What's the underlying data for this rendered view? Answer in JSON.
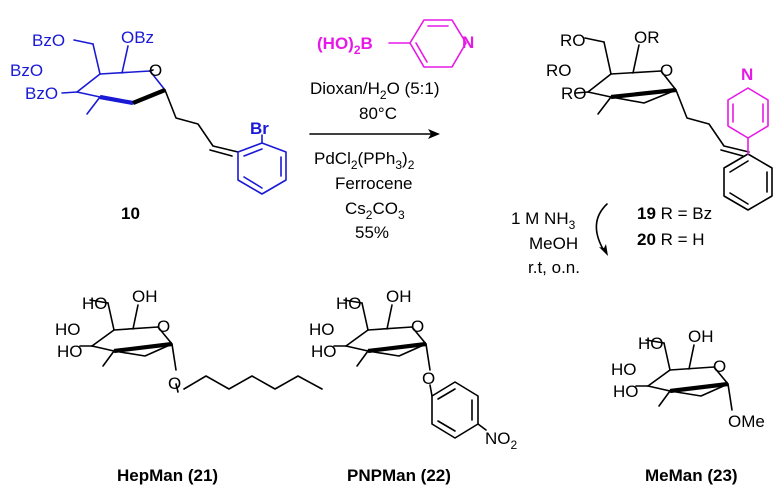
{
  "colors": {
    "blue": "#1a1ad6",
    "pink": "#e619e6",
    "black": "#000000"
  },
  "compound10": {
    "label": "10",
    "substituents": {
      "obz_top_left": "BzO",
      "obz_top_right": "OBz",
      "bzo_mid": "BzO",
      "bzo_low": "BzO",
      "ring_o": "O",
      "br": "Br"
    }
  },
  "reagent": {
    "boronic": "(HO)",
    "boronic_sub": "2",
    "boronic_b": "B",
    "n": "N"
  },
  "conditions_top": {
    "line1_a": "Dioxan/H",
    "line1_sub": "2",
    "line1_b": "O (5:1)",
    "line2": "80°C"
  },
  "conditions_bottom": {
    "cat_a": "PdCl",
    "cat_sub1": "2",
    "cat_b": "(PPh",
    "cat_sub2": "3",
    "cat_c": ")",
    "cat_sub3": "2",
    "line2": "Ferrocene",
    "line3_a": "Cs",
    "line3_sub1": "2",
    "line3_b": "CO",
    "line3_sub2": "3",
    "line4": "55%"
  },
  "product": {
    "ro_top_left": "RO",
    "or_top_right": "OR",
    "ro_mid": "RO",
    "ro_low": "RO",
    "ring_o": "O",
    "n": "N",
    "label19_num": "19",
    "label19_rest": " R = Bz",
    "label20_num": "20",
    "label20_rest": " R = H"
  },
  "deprotection": {
    "line1_a": "1 M NH",
    "line1_sub": "3",
    "line2": "MeOH",
    "line3": "r.t, o.n."
  },
  "hepman": {
    "ho_top_left": "HO",
    "oh_top_right": "OH",
    "ho_mid": "HO",
    "ho_low": "HO",
    "ring_o": "O",
    "o_link": "O",
    "label": "HepMan (21)"
  },
  "pnpman": {
    "ho_top_left": "HO",
    "oh_top_right": "OH",
    "ho_mid": "HO",
    "ho_low": "HO",
    "ring_o": "O",
    "o_link": "O",
    "no2_a": "NO",
    "no2_sub": "2",
    "label": "PNPMan (22)"
  },
  "meman": {
    "ho_top_left": "HO",
    "oh_top_right": "OH",
    "ho_mid": "HO",
    "ho_low": "HO",
    "ring_o": "O",
    "ome": "OMe",
    "label": "MeMan (23)"
  }
}
